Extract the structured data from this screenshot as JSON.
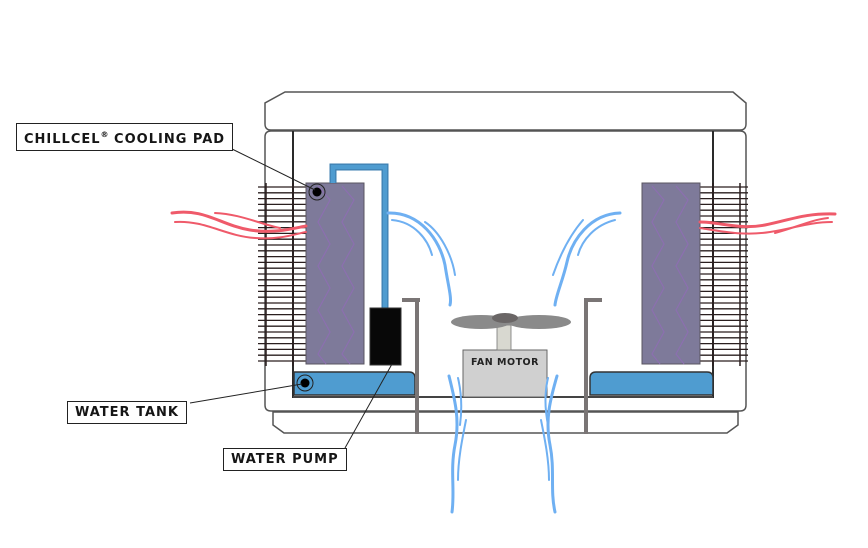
{
  "diagram": {
    "title": "Evaporative cooler components",
    "labels": {
      "cooling_pad": {
        "name": "CHILLCEL",
        "mark": "®",
        "suffix": " COOLING PAD"
      },
      "water_tank": "WATER TANK",
      "water_pump": "WATER PUMP",
      "fan_motor": "FAN MOTOR"
    },
    "colors": {
      "cooling_pad": "#7e7a9a",
      "pad_zigzag": "#8c6fb0",
      "water": "#4f9cd0",
      "pump": "#080808",
      "fan_motor": "#d0d0d0",
      "fan_blade": "#8a8a8a",
      "hot_air": "#ef5a6a",
      "cool_air": "#6fb0f2",
      "outline": "#555555",
      "fins": "#2a1f1f"
    }
  }
}
